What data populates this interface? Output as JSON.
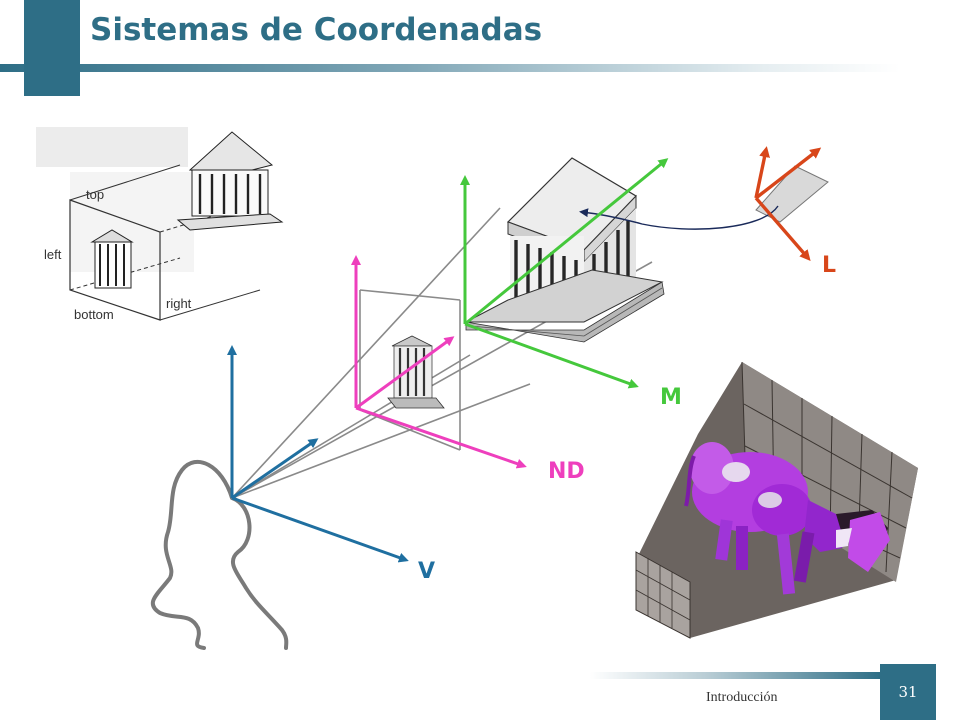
{
  "slide": {
    "title": "Sistemas de Coordenadas",
    "footer": "Introducción",
    "page_number": "31"
  },
  "projection_inset": {
    "labels": {
      "top": "top",
      "left": "left",
      "right": "right",
      "bottom": "bottom"
    }
  },
  "coordinate_systems": [
    {
      "label": "V",
      "color": "#1f6fa0"
    },
    {
      "label": "ND",
      "color": "#ee3fbd"
    },
    {
      "label": "M",
      "color": "#45c83c"
    },
    {
      "label": "L",
      "color": "#d8461a"
    }
  ],
  "colors": {
    "title": "#2e6e86",
    "cow": "#a12ad6"
  }
}
